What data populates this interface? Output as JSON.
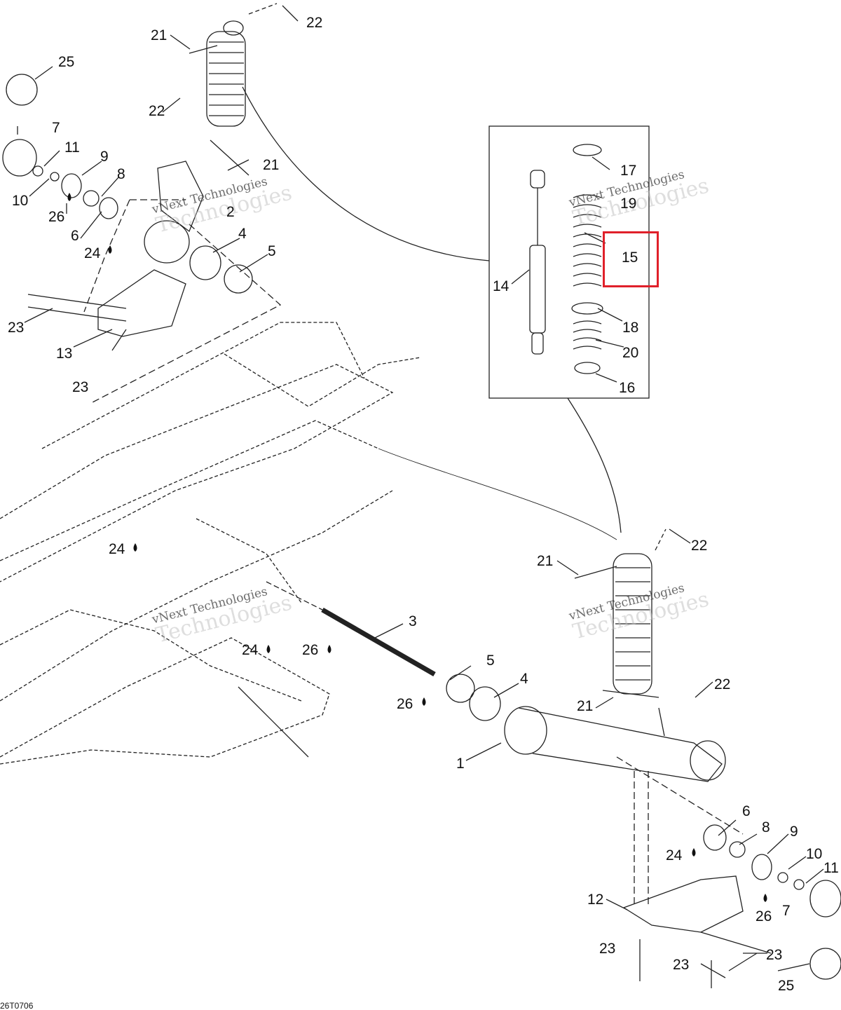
{
  "diagram": {
    "code": "26T0706",
    "watermark_line1": "vNext Technologies",
    "watermark_line2": "Technologies",
    "callouts": [
      {
        "id": "c21a",
        "text": "21"
      },
      {
        "id": "c22a",
        "text": "22"
      },
      {
        "id": "c25a",
        "text": "25"
      },
      {
        "id": "c7a",
        "text": "7"
      },
      {
        "id": "c11a",
        "text": "11"
      },
      {
        "id": "c9a",
        "text": "9"
      },
      {
        "id": "c8a",
        "text": "8"
      },
      {
        "id": "c10a",
        "text": "10"
      },
      {
        "id": "c26a",
        "text": "26"
      },
      {
        "id": "c6a",
        "text": "6"
      },
      {
        "id": "c24a",
        "text": "24"
      },
      {
        "id": "c22b",
        "text": "22"
      },
      {
        "id": "c21b",
        "text": "21"
      },
      {
        "id": "c2",
        "text": "2"
      },
      {
        "id": "c4a",
        "text": "4"
      },
      {
        "id": "c5a",
        "text": "5"
      },
      {
        "id": "c23a",
        "text": "23"
      },
      {
        "id": "c13",
        "text": "13"
      },
      {
        "id": "c23b",
        "text": "23"
      },
      {
        "id": "c17",
        "text": "17"
      },
      {
        "id": "c19",
        "text": "19"
      },
      {
        "id": "c15",
        "text": "15"
      },
      {
        "id": "c14",
        "text": "14"
      },
      {
        "id": "c18",
        "text": "18"
      },
      {
        "id": "c20",
        "text": "20"
      },
      {
        "id": "c16",
        "text": "16"
      },
      {
        "id": "c24b",
        "text": "24"
      },
      {
        "id": "c22c",
        "text": "22"
      },
      {
        "id": "c21c",
        "text": "21"
      },
      {
        "id": "c3",
        "text": "3"
      },
      {
        "id": "c24c",
        "text": "24"
      },
      {
        "id": "c26b",
        "text": "26"
      },
      {
        "id": "c5b",
        "text": "5"
      },
      {
        "id": "c4b",
        "text": "4"
      },
      {
        "id": "c26c",
        "text": "26"
      },
      {
        "id": "c22d",
        "text": "22"
      },
      {
        "id": "c21d",
        "text": "21"
      },
      {
        "id": "c1",
        "text": "1"
      },
      {
        "id": "c6b",
        "text": "6"
      },
      {
        "id": "c8b",
        "text": "8"
      },
      {
        "id": "c9b",
        "text": "9"
      },
      {
        "id": "c24d",
        "text": "24"
      },
      {
        "id": "c10b",
        "text": "10"
      },
      {
        "id": "c11b",
        "text": "11"
      },
      {
        "id": "c12",
        "text": "12"
      },
      {
        "id": "c26d",
        "text": "26"
      },
      {
        "id": "c7b",
        "text": "7"
      },
      {
        "id": "c23c",
        "text": "23"
      },
      {
        "id": "c23d",
        "text": "23"
      },
      {
        "id": "c23e",
        "text": "23"
      },
      {
        "id": "c25b",
        "text": "25"
      }
    ],
    "highlight_color": "#e0202a",
    "line_color": "#222222"
  }
}
